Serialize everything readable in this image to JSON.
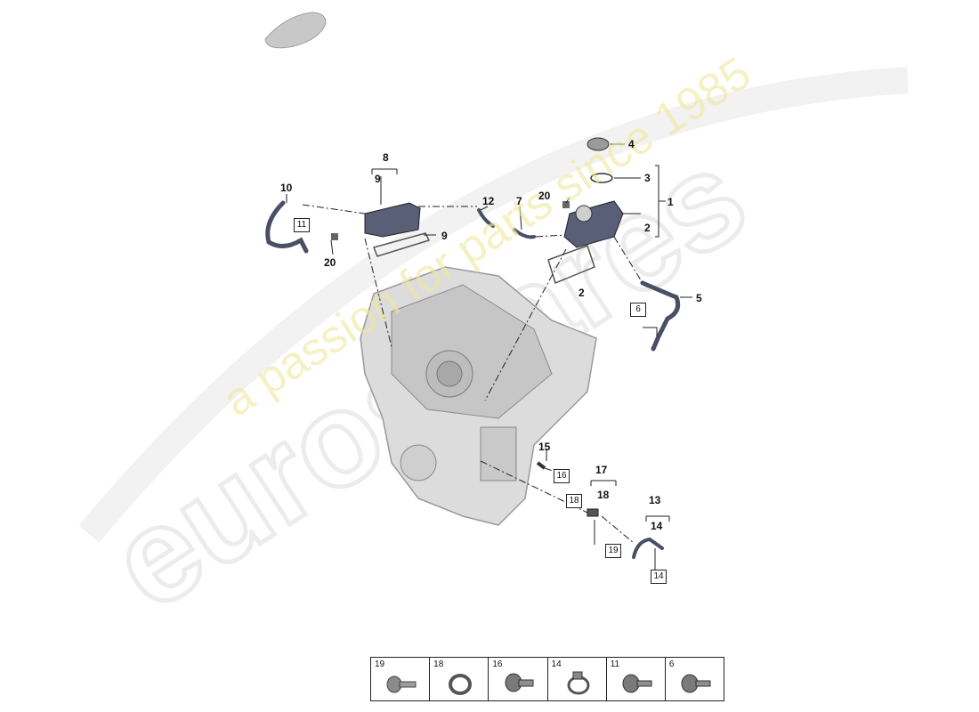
{
  "diagram": {
    "callouts": [
      {
        "id": "4",
        "text": "4"
      },
      {
        "id": "3",
        "text": "3"
      },
      {
        "id": "1",
        "text": "1"
      },
      {
        "id": "2a",
        "text": "2"
      },
      {
        "id": "2b",
        "text": "2"
      },
      {
        "id": "5",
        "text": "5"
      },
      {
        "id": "8",
        "text": "8"
      },
      {
        "id": "9a",
        "text": "9"
      },
      {
        "id": "9b",
        "text": "9"
      },
      {
        "id": "10",
        "text": "10"
      },
      {
        "id": "12",
        "text": "12"
      },
      {
        "id": "7",
        "text": "7"
      },
      {
        "id": "20a",
        "text": "20"
      },
      {
        "id": "20b",
        "text": "20"
      },
      {
        "id": "15",
        "text": "15"
      },
      {
        "id": "17",
        "text": "17"
      },
      {
        "id": "18",
        "text": "18"
      },
      {
        "id": "13",
        "text": "13"
      },
      {
        "id": "14",
        "text": "14"
      }
    ],
    "boxed_refs": [
      {
        "id": "b11",
        "text": "11"
      },
      {
        "id": "b6",
        "text": "6"
      },
      {
        "id": "b16",
        "text": "16"
      },
      {
        "id": "b18",
        "text": "18"
      },
      {
        "id": "b19",
        "text": "19"
      },
      {
        "id": "b14",
        "text": "14"
      }
    ],
    "legend": [
      {
        "num": "19",
        "icon": "screw-icon"
      },
      {
        "num": "18",
        "icon": "o-ring-icon"
      },
      {
        "num": "16",
        "icon": "screw-icon"
      },
      {
        "num": "14",
        "icon": "clamp-icon"
      },
      {
        "num": "11",
        "icon": "screw-icon"
      },
      {
        "num": "6",
        "icon": "screw-icon"
      }
    ],
    "watermark": {
      "brand": "eurospares",
      "tagline": "a passion for parts since 1985",
      "brand_color": "#e6e6e6",
      "tagline_color": "#f2eeb0"
    },
    "colors": {
      "line": "#222222",
      "part_dark": "#4a4f66",
      "engine": "#cfcfcf"
    }
  }
}
